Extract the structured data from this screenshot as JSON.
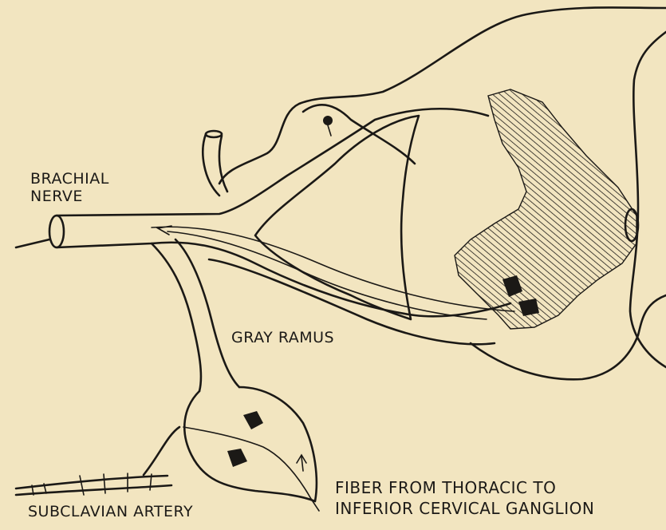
{
  "labels": {
    "brachial_nerve_line1": "BRACHIAL",
    "brachial_nerve_line2": "NERVE",
    "gray_ramus": "GRAY RAMUS",
    "subclavian_artery": "SUBCLAVIAN ARTERY",
    "fiber_line1": "FIBER FROM THORACIC TO",
    "fiber_line2": "INFERIOR CERVICAL GANGLION"
  },
  "colors": {
    "paper": "#f2e5c0",
    "ink": "#1b1916"
  }
}
